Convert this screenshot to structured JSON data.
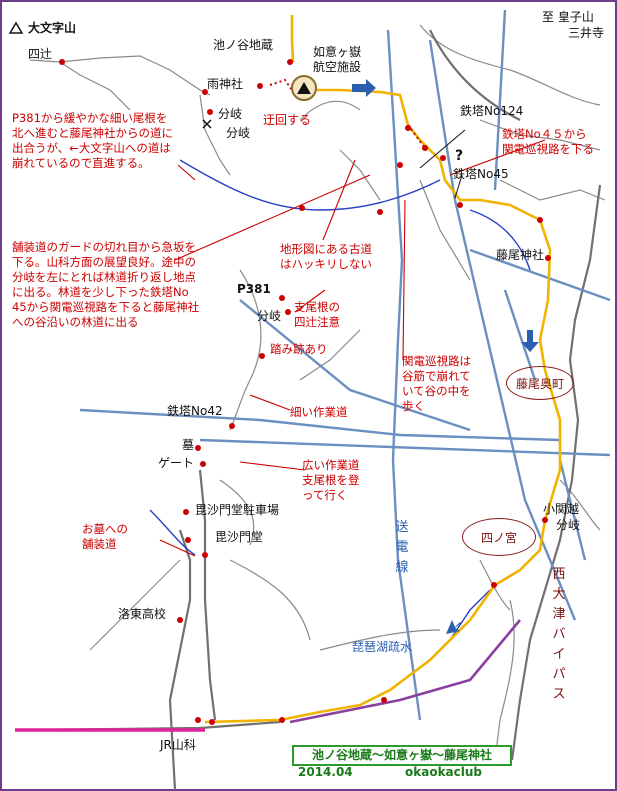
{
  "labels": {
    "daimonji": "大文字山",
    "yotsutsuji_top": "四辻",
    "ikenoya_jizo": "池ノ谷地蔵",
    "nyoigatake_1": "如意ヶ嶽",
    "nyoigatake_2": "航空施設",
    "ame_jinja": "雨神社",
    "bunki_1": "分岐",
    "bunki_2": "分岐",
    "ukai": "迂回する",
    "to_kosan_1": "至 皇子山",
    "to_kosan_2": "三井寺",
    "tetto_124": "鉄塔No124",
    "tetto_45": "鉄塔No45",
    "question": "?",
    "fujio_jinja": "藤尾神社",
    "p381": "P381",
    "bunki_3": "分岐",
    "tetto_42": "鉄塔No42",
    "haka": "墓",
    "gate": "ゲート",
    "bishamon_parking": "毘沙門堂駐車場",
    "bishamon": "毘沙門堂",
    "rakuto_school": "洛東高校",
    "jr_yamashina": "JR山科",
    "sosen": "送電線",
    "biwako_sosui": "琵琶湖疏水",
    "kosekigoe_1": "小関越",
    "kosekigoe_2": "分岐",
    "nishiotsu_bypass": "西大津バイパス",
    "fujio_okumachi": "藤尾奥町",
    "shinomiya": "四ノ宮"
  },
  "notes": {
    "p381_ridge": "P381から緩やかな細い尾根を\n北へ進むと藤尾神社からの道に\n出合うが、←大文字山への道は\n崩れているので直進する。",
    "tetto45_route": "鉄塔No４５から\n関電巡視路を下る",
    "guard_rail": "舗装道のガードの切れ目から急坂を\n下る。山科方面の展望良好。途中の\n分岐を左にとれば林道折り返し地点\nに出る。林道を少し下った鉄塔No\n45から関電巡視路を下ると藤尾神社\nへの谷沿いの林道に出る",
    "old_road": "地形図にある古道\nはハッキリしない",
    "branch_ridge": "支尾根の\n四辻注意",
    "trail_marks": "踏み跡あり",
    "patrol_path": "関電巡視路は\n谷筋で崩れて\nいて谷の中を\n歩く",
    "narrow_road": "細い作業道",
    "wide_road": "広い作業道\n支尾根を登\nって行く",
    "grave_road": "お墓への\n舗装道"
  },
  "title": "池ノ谷地蔵〜如意ヶ嶽〜藤尾神社",
  "date": "2014.04",
  "club": "okaokaclub",
  "colors": {
    "road": "#707070",
    "route": "#f0b400",
    "powerline": "#6b8fc0",
    "rail": "#e0209a",
    "bypass": "#8a3f9e",
    "stream": "#2a40c8",
    "note": "#cc0000",
    "waypoint": "#cc0000"
  }
}
